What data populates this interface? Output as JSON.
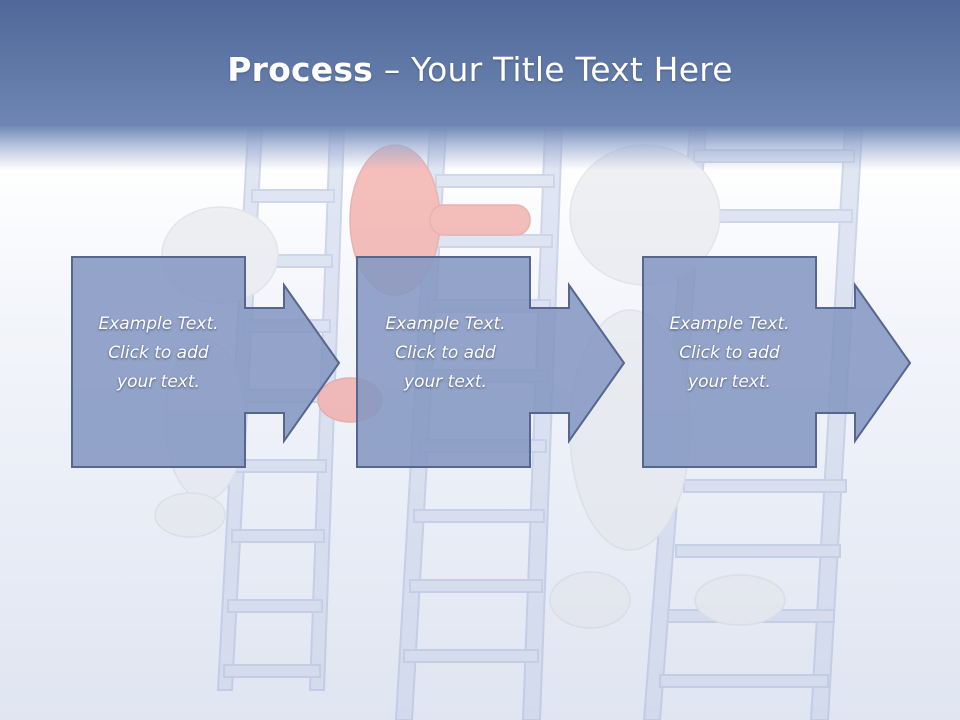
{
  "slide": {
    "title_bold": "Process",
    "title_rest": " – Your Title Text Here"
  },
  "steps": [
    {
      "line1": "Example Text.",
      "line2": "Click  to add",
      "line3": "your text."
    },
    {
      "line1": "Example Text.",
      "line2": "Click  to add",
      "line3": "your text."
    },
    {
      "line1": "Example Text.",
      "line2": "Click  to add",
      "line3": "your text."
    }
  ],
  "colors": {
    "title_bar": "#5f77a6",
    "box_fill": "#8597c2",
    "box_border": "#55678f",
    "figure_accent": "#e07a72"
  },
  "icons": [
    "ladder-illustration",
    "climbing-figure",
    "arrow-right-icon"
  ]
}
